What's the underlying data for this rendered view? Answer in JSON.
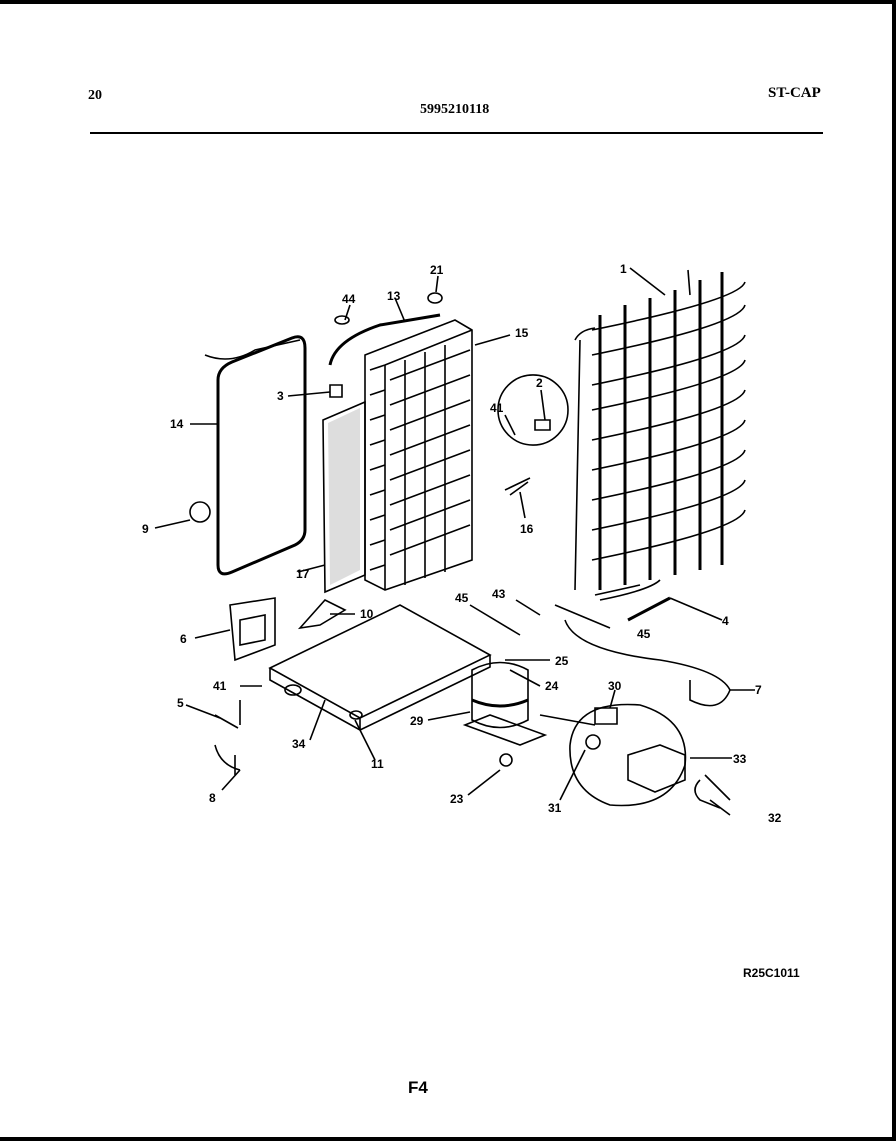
{
  "header": {
    "page_number": "20",
    "model_number": "5995210118",
    "section_code": "ST-CAP"
  },
  "footer": {
    "drawing_ref": "R25C1011",
    "figure": "F4"
  },
  "parts": [
    {
      "id": "p1",
      "label": "1"
    },
    {
      "id": "p2",
      "label": "2"
    },
    {
      "id": "p3",
      "label": "3"
    },
    {
      "id": "p4",
      "label": "4"
    },
    {
      "id": "p5",
      "label": "5"
    },
    {
      "id": "p6",
      "label": "6"
    },
    {
      "id": "p7",
      "label": "7"
    },
    {
      "id": "p8",
      "label": "8"
    },
    {
      "id": "p9",
      "label": "9"
    },
    {
      "id": "p10",
      "label": "10"
    },
    {
      "id": "p11",
      "label": "11"
    },
    {
      "id": "p13",
      "label": "13"
    },
    {
      "id": "p14",
      "label": "14"
    },
    {
      "id": "p15",
      "label": "15"
    },
    {
      "id": "p16",
      "label": "16"
    },
    {
      "id": "p17",
      "label": "17"
    },
    {
      "id": "p21",
      "label": "21"
    },
    {
      "id": "p23",
      "label": "23"
    },
    {
      "id": "p24",
      "label": "24"
    },
    {
      "id": "p25",
      "label": "25"
    },
    {
      "id": "p29",
      "label": "29"
    },
    {
      "id": "p30",
      "label": "30"
    },
    {
      "id": "p31",
      "label": "31"
    },
    {
      "id": "p32",
      "label": "32"
    },
    {
      "id": "p33",
      "label": "33"
    },
    {
      "id": "p34",
      "label": "34"
    },
    {
      "id": "p41a",
      "label": "41"
    },
    {
      "id": "p41b",
      "label": "41"
    },
    {
      "id": "p43",
      "label": "43"
    },
    {
      "id": "p44",
      "label": "44"
    },
    {
      "id": "p45a",
      "label": "45"
    },
    {
      "id": "p45b",
      "label": "45"
    }
  ]
}
